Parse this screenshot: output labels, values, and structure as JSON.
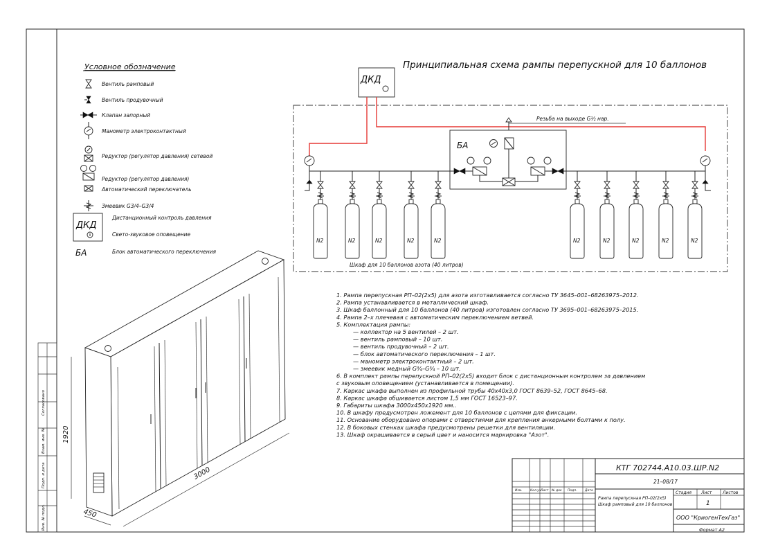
{
  "title": "Принципиальная схема рампы перепускной для 10 баллонов",
  "legend": {
    "heading": "Условное обозначение",
    "items": [
      "Вентиль рамповый",
      "Вентиль продувочный",
      "Клапан запорный",
      "Манометр электроконтактный",
      "Редуктор (регулятор давления) сетевой",
      "Редуктор (регулятор давления)",
      "Автоматический переключатель",
      "Змеевик G3/4–G3/4",
      "Дистанционный контроль давления",
      "Свето-звуковое оповещение",
      "Блок автоматического переключения"
    ],
    "dkd": "ДКД",
    "ba": "БА"
  },
  "schematic": {
    "dkd_label": "ДКД",
    "ba_label": "БА",
    "outlet_label": "Резьба на выходе G½ нар.",
    "cabinet_label": "Шкаф для 10 баллонов азота (40 литров)",
    "cylinder_label": "N2",
    "cylinder_count": 10
  },
  "notes": [
    "1. Рампа перепускная РП–02(2х5) для азота изготавливается согласно ТУ 3645–001–68263975–2012.",
    "2. Рампа устанавливается в металлический шкаф.",
    "3. Шкаф баллонный для 10 баллонов (40 литров) изготовлен согласно ТУ 3695–001–68263975–2015.",
    "4. Рампа 2–х плечевая с автоматическим переключением ветвей.",
    "5. Комплектация рампы:",
    "— коллектор на 5 вентилей – 2 шт.",
    "— вентиль рамповый – 10 шт.",
    "— вентиль продувочный – 2 шт.",
    "— блок автоматического переключения – 1 шт.",
    "— манометр электроконтактный – 2 шт.",
    "— змеевик медный G¾–G¾ – 10 шт.",
    "6. В комплект рампы перепускной РП–02(2х5) входит блок с дистанционным контролем за давлением",
    "с звуковым оповещением (устанавливается в помещении).",
    "7. Каркас шкафа выполнен из профильной трубы 40х40х3,0 ГОСТ 8639–52, ГОСТ 8645–68.",
    "8. Каркас шкафа обшивается листом 1,5 мм ГОСТ 16523–97.",
    "9. Габариты шкафа 3000х450х1920 мм..",
    "10. В шкафу предусмотрен ложемент для 10 баллонов с цепями для фиксации.",
    "11. Основание оборудовано опорами с отверстиями для крепления анкерными болтами к полу.",
    "12. В боковых стенках шкафа предусмотрены решетки для вентиляции.",
    "13. Шкаф окрашивается в серый цвет и наносится маркировка \"Азот\"."
  ],
  "dimensions": {
    "height": "1920",
    "length": "3000",
    "depth": "450"
  },
  "title_block": {
    "doc_code": "КТГ 702744.А10.03.ШР.N2",
    "date_code": "21–08/17",
    "col_headers": [
      "Изм.",
      "Кол.уч",
      "Лист",
      "№ док",
      "Подп.",
      "Дата"
    ],
    "name_line1": "Рампа перепускная РП–02(2х5)",
    "name_line2": "Шкаф рамповый для 10 баллонов",
    "stage_label": "Стадия",
    "sheet_label": "Лист",
    "sheets_label": "Листов",
    "sheet_no": "1",
    "company": "ООО \"КриогенТехГаз\"",
    "format": "Формат А2"
  },
  "side_stamp": [
    "Согласовано",
    "Взам. инв. №",
    "Подп. и дата",
    "Инв. № подл."
  ],
  "colors": {
    "line": "#222222",
    "signal_wire": "#e53935",
    "background": "#ffffff"
  }
}
